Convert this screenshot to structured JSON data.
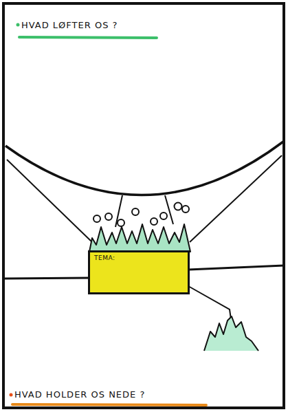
{
  "diagram": {
    "nodes": [
      {
        "text": [
          "TEMA:"
        ]
      }
    ],
    "labels": [
      "HVAD LØFTER OS ?",
      "HVAD HOLDER OS NEDE ?"
    ]
  }
}
